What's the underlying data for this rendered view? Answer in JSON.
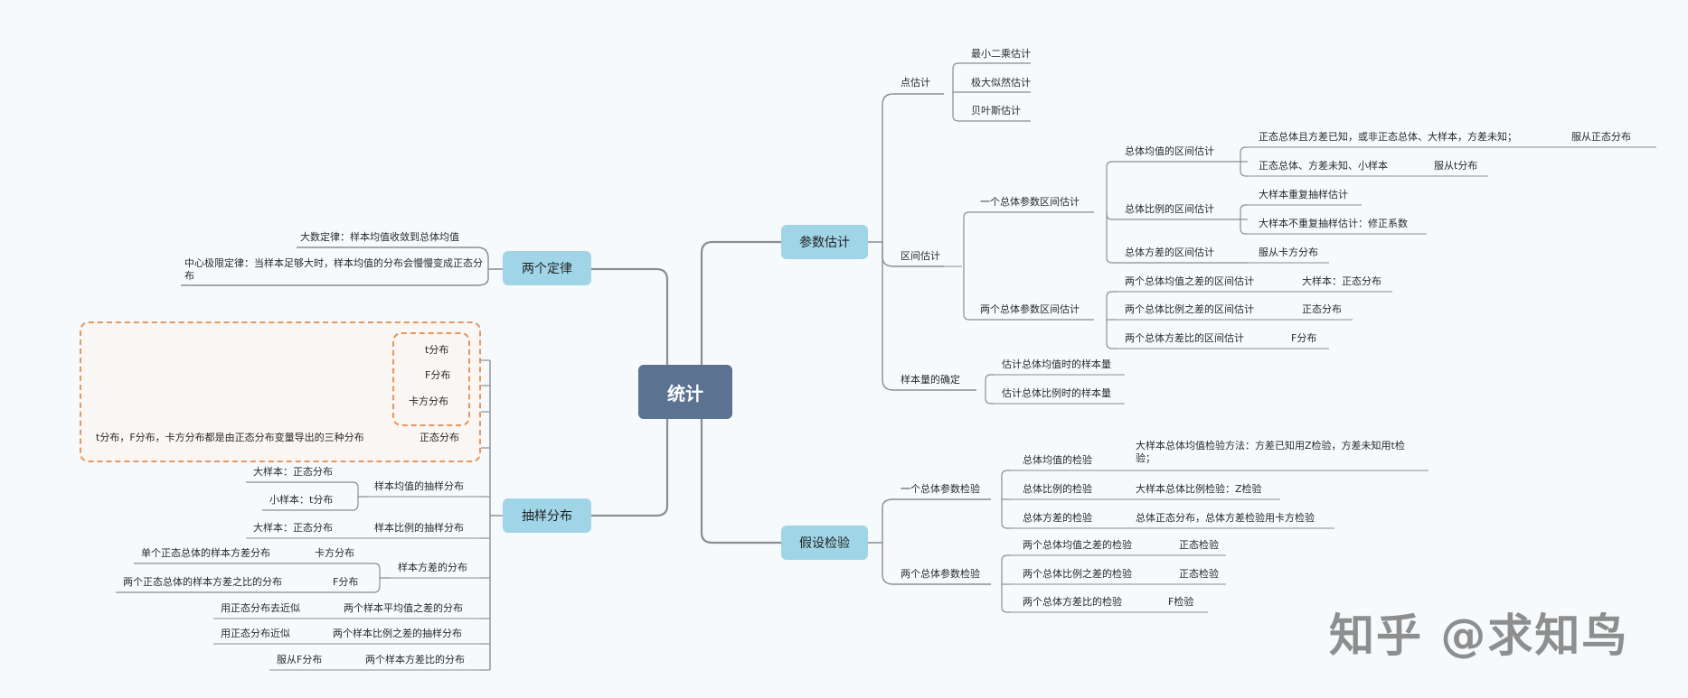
{
  "root": "统计",
  "main": {
    "param": "参数估计",
    "hypo": "假设检验",
    "laws": "两个定律",
    "sampling": "抽样分布"
  },
  "param": {
    "point": "点估计",
    "point_items": [
      "最小二乘估计",
      "极大似然估计",
      "贝叶斯估计"
    ],
    "interval": "区间估计",
    "one_pop": "一个总体参数区间估计",
    "mean_ci": "总体均值的区间估计",
    "mean_ci_a": "正态总体且方差已知，或非正态总体、大样本，方差未知；",
    "mean_ci_a_result": "服从正态分布",
    "mean_ci_b": "正态总体、方差未知、小样本",
    "mean_ci_b_result": "服从t分布",
    "prop_ci": "总体比例的区间估计",
    "prop_ci_a": "大样本重复抽样估计",
    "prop_ci_b": "大样本不重复抽样估计：修正系数",
    "var_ci": "总体方差的区间估计",
    "var_ci_result": "服从卡方分布",
    "two_pop": "两个总体参数区间估计",
    "two_mean": "两个总体均值之差的区间估计",
    "two_mean_result": "大样本：正态分布",
    "two_prop": "两个总体比例之差的区间估计",
    "two_prop_result": "正态分布",
    "two_var": "两个总体方差比的区间估计",
    "two_var_result": "F分布",
    "size": "样本量的确定",
    "size_mean": "估计总体均值时的样本量",
    "size_prop": "估计总体比例时的样本量"
  },
  "hypo": {
    "one": "一个总体参数检验",
    "mean_test": "总体均值的检验",
    "mean_test_result": "大样本总体均值检验方法：方差已知用Z检验，方差未知用t检验；",
    "prop_test": "总体比例的检验",
    "prop_test_result": "大样本总体比例检验：Z检验",
    "var_test": "总体方差的检验",
    "var_test_result": "总体正态分布，总体方差检验用卡方检验",
    "two": "两个总体参数检验",
    "two_mean": "两个总体均值之差的检验",
    "two_mean_result": "正态检验",
    "two_prop": "两个总体比例之差的检验",
    "two_prop_result": "正态检验",
    "two_var": "两个总体方差比的检验",
    "two_var_result": "F检验"
  },
  "laws": {
    "lln": "大数定律：样本均值收敛到总体均值",
    "clt": "中心极限定律：当样本足够大时，样本均值的分布会慢慢变成正态分布"
  },
  "sampling": {
    "t": "t分布",
    "f": "F分布",
    "chi": "卡方分布",
    "normal": "正态分布",
    "note": "t分布，F分布，卡方分布都是由正态分布变量导出的三种分布",
    "mean_dist": "样本均值的抽样分布",
    "mean_large": "大样本：正态分布",
    "mean_small": "小样本：t分布",
    "prop_dist": "样本比例的抽样分布",
    "prop_large": "大样本：正态分布",
    "var_dist": "样本方差的分布",
    "var_single": "单个正态总体的样本方差分布",
    "var_single_result": "卡方分布",
    "var_two": "两个正态总体的样本方差之比的分布",
    "var_two_result": "F分布",
    "two_mean": "两个样本平均值之差的分布",
    "two_mean_approx": "用正态分布去近似",
    "two_prop": "两个样本比例之差的抽样分布",
    "two_prop_approx": "用正态分布近似",
    "two_var": "两个样本方差比的分布",
    "two_var_result": "服从F分布"
  },
  "watermark": "知乎 @求知鸟",
  "colors": {
    "root": "#5b7290",
    "main": "#9fd5e6",
    "line": "#8a8e94",
    "boundary": "#e6965f"
  }
}
